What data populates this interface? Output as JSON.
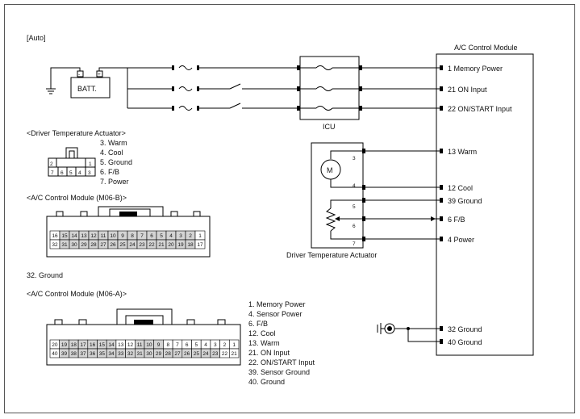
{
  "mode_label": "[Auto]",
  "module": {
    "title": "A/C Control Module",
    "pins": [
      {
        "label": "1 Memory Power"
      },
      {
        "label": "21 ON Input"
      },
      {
        "label": "22 ON/START Input"
      },
      {
        "label": "13 Warm"
      },
      {
        "label": "12 Cool"
      },
      {
        "label": "39 Ground"
      },
      {
        "label": "6 F/B"
      },
      {
        "label": "4 Power"
      },
      {
        "label": "32 Ground"
      },
      {
        "label": "40 Ground"
      }
    ]
  },
  "battery": {
    "label": "BATT.",
    "neg": "-",
    "pos": "+"
  },
  "icu": {
    "label": "ICU"
  },
  "actuator": {
    "label": "Driver Temperature Actuator",
    "motor": "M",
    "pins": [
      "3",
      "4",
      "5",
      "6",
      "7"
    ]
  },
  "dta_connector": {
    "title": "<Driver Temperature Actuator>",
    "pins": [
      {
        "label": "3. Warm"
      },
      {
        "label": "4. Cool"
      },
      {
        "label": "5. Ground"
      },
      {
        "label": "6. F/B"
      },
      {
        "label": "7. Power"
      }
    ],
    "top_cells": [
      "2",
      "1"
    ],
    "bottom_cells": [
      "7",
      "6",
      "5",
      "4",
      "3"
    ]
  },
  "m06b": {
    "title": "<A/C Control Module (M06-B)>",
    "row1": [
      "16",
      "15",
      "14",
      "13",
      "12",
      "11",
      "10",
      "9",
      "8",
      "7",
      "6",
      "5",
      "4",
      "3",
      "2",
      "1"
    ],
    "row2": [
      "32",
      "31",
      "30",
      "29",
      "28",
      "27",
      "26",
      "25",
      "24",
      "23",
      "22",
      "21",
      "20",
      "19",
      "18",
      "17"
    ],
    "note": "32. Ground"
  },
  "m06a": {
    "title": "<A/C Control Module (M06-A)>",
    "row1": [
      "20",
      "19",
      "18",
      "17",
      "16",
      "15",
      "14",
      "13",
      "12",
      "11",
      "10",
      "9",
      "8",
      "7",
      "6",
      "5",
      "4",
      "3",
      "2",
      "1"
    ],
    "row2": [
      "40",
      "39",
      "38",
      "37",
      "36",
      "35",
      "34",
      "33",
      "32",
      "31",
      "30",
      "29",
      "28",
      "27",
      "26",
      "25",
      "24",
      "23",
      "22",
      "21"
    ],
    "legend": [
      {
        "label": "1. Memory Power"
      },
      {
        "label": "4. Sensor Power"
      },
      {
        "label": "6. F/B"
      },
      {
        "label": "12. Cool"
      },
      {
        "label": "13. Warm"
      },
      {
        "label": "21. ON Input"
      },
      {
        "label": "22. ON/START Input"
      },
      {
        "label": "39. Sensor Ground"
      },
      {
        "label": "40. Ground"
      }
    ]
  }
}
